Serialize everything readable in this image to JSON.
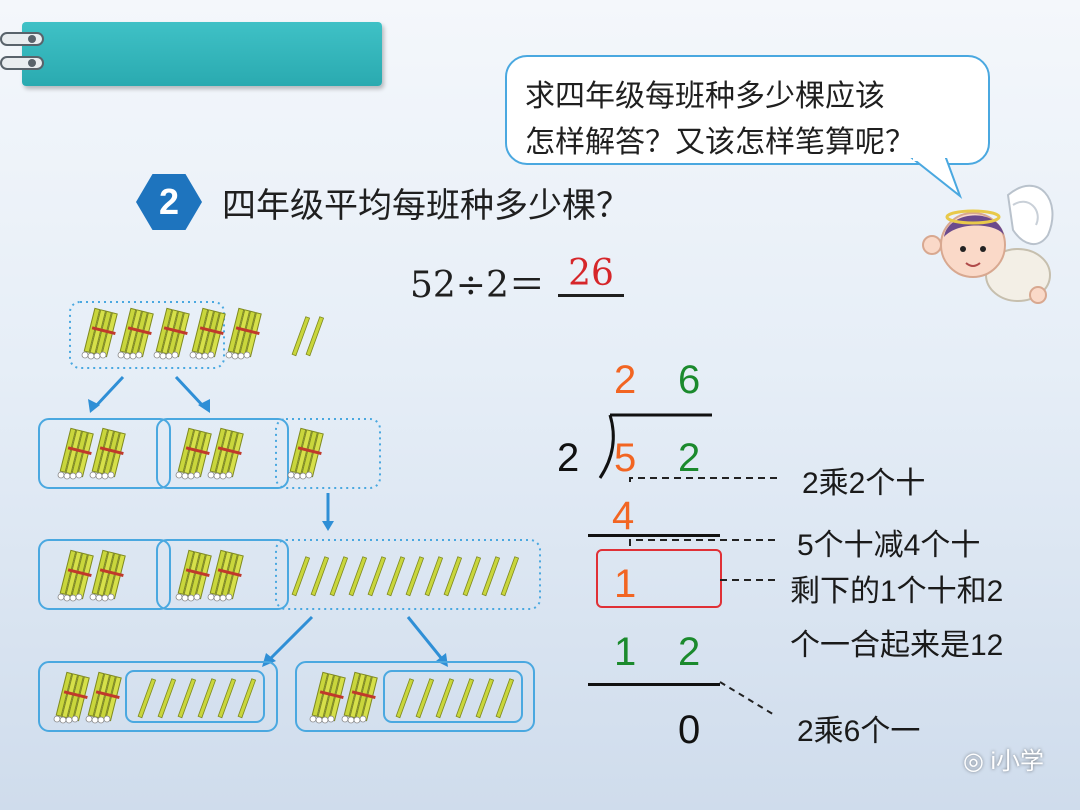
{
  "bubble": {
    "line1": "求四年级每班种多少棵应该",
    "line2": "怎样解答？又该怎样笔算呢？"
  },
  "problem": {
    "number": "2",
    "question": "四年级平均每班种多少棵？",
    "equation": "52÷2＝",
    "answer": "26"
  },
  "division": {
    "quotient_tens": "2",
    "quotient_ones": "6",
    "divisor": "2",
    "dividend_tens": "5",
    "dividend_ones": "2",
    "product1": "4",
    "remainder1": "1",
    "second_tens": "1",
    "second_ones": "2",
    "final_remainder": "0"
  },
  "notes": {
    "n1": "2乘2个十",
    "n2": "5个十减4个十",
    "n3a": "剩下的1个十和2",
    "n3b": "个一合起来是12",
    "n4": "2乘6个一"
  },
  "watermark": "i小学",
  "colors": {
    "accent": "#1e74be",
    "tens": "#f26522",
    "ones": "#1b8a2d",
    "answer": "#d6262a",
    "box": "#4aa8e0"
  }
}
